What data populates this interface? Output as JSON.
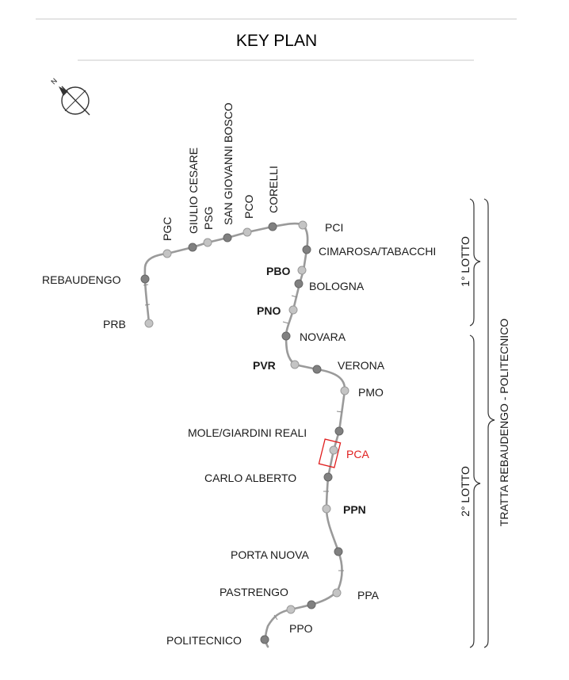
{
  "title": "KEY PLAN",
  "compass": {
    "letter": "N",
    "icon": "north-arrow-icon"
  },
  "stations": {
    "prb": "PRB",
    "rebaudengo": "REBAUDENGO",
    "pgc": "PGC",
    "giulio_cesare": "GIULIO CESARE",
    "psg": "PSG",
    "san_giovanni_bosco": "SAN GIOVANNI BOSCO",
    "pco": "PCO",
    "corelli": "CORELLI",
    "pci": "PCI",
    "cimarosa_tabacchi": "CIMAROSA/TABACCHI",
    "pbo": "PBO",
    "bologna": "BOLOGNA",
    "pno": "PNO",
    "novara": "NOVARA",
    "pvr": "PVR",
    "verona": "VERONA",
    "pmo": "PMO",
    "mole_giardini_reali": "MOLE/GIARDINI REALI",
    "pca": "PCA",
    "carlo_alberto": "CARLO ALBERTO",
    "ppn": "PPN",
    "porta_nuova": "PORTA NUOVA",
    "pastrengo": "PASTRENGO",
    "ppa": "PPA",
    "ppo": "PPO",
    "politecnico": "POLITECNICO"
  },
  "brackets": {
    "lotto1": "1° LOTTO",
    "lotto2": "2° LOTTO",
    "tratta": "TRATTA REBAUDENGO - POLITECNICO"
  },
  "colors": {
    "line": "#9a9a9a",
    "station_dark": "#808080",
    "shaft_light": "#c4c4c4",
    "highlight": "#e01e1e"
  }
}
